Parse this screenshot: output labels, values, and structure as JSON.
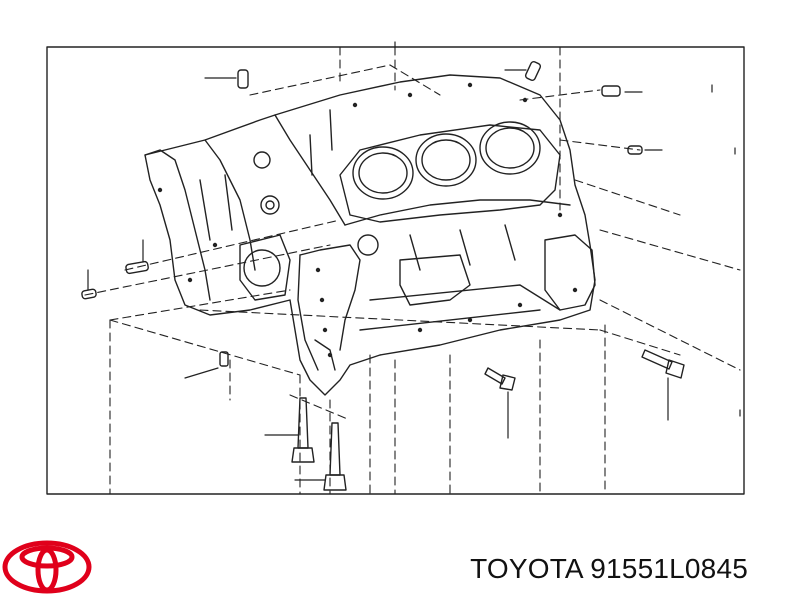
{
  "diagram": {
    "subject": "engine cylinder block exploded parts diagram",
    "line_color": "#222222",
    "background": "#ffffff"
  },
  "brand": {
    "logo_icon": "toyota-emblem-icon",
    "logo_color": "#e0001b"
  },
  "part": {
    "brand_name": "TOYOTA",
    "part_number": "91551L0845"
  }
}
